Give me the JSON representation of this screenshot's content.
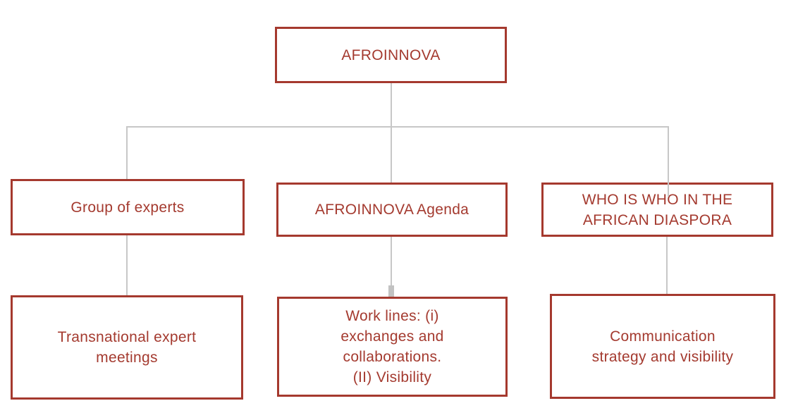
{
  "diagram": {
    "type": "org-chart",
    "colors": {
      "box_border": "#a5392e",
      "box_text": "#a43a2f",
      "connector": "#c7c7c7",
      "background": "#ffffff"
    },
    "nodes": {
      "root": {
        "label": "AFROINNOVA"
      },
      "experts": {
        "label": "Group of experts"
      },
      "agenda": {
        "label": "AFROINNOVA Agenda"
      },
      "whoiswho": {
        "label": "WHO IS WHO IN THE\nAFRICAN DIASPORA"
      },
      "meetings": {
        "label": "Transnational expert\nmeetings"
      },
      "worklines": {
        "label": "Work lines: (i)\nexchanges and\ncollaborations.\n(II) Visibility"
      },
      "communication": {
        "label": "Communication\nstrategy and visibility"
      }
    },
    "edges": [
      {
        "from": "root",
        "to": "experts"
      },
      {
        "from": "root",
        "to": "agenda"
      },
      {
        "from": "root",
        "to": "whoiswho"
      },
      {
        "from": "experts",
        "to": "meetings"
      },
      {
        "from": "agenda",
        "to": "worklines"
      },
      {
        "from": "whoiswho",
        "to": "communication"
      }
    ]
  }
}
